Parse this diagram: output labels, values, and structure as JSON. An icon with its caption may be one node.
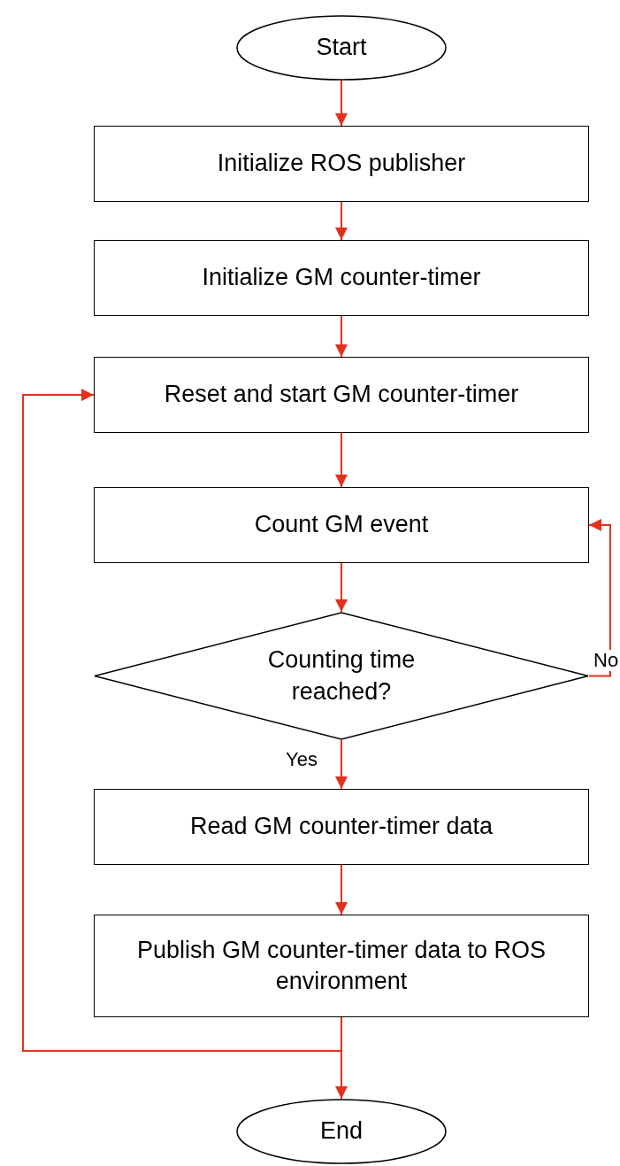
{
  "diagram": {
    "nodes": [
      {
        "text": [
          "Start"
        ]
      },
      {
        "text": [
          "Initialize ROS publisher"
        ]
      },
      {
        "text": [
          "Initialize GM counter-timer"
        ]
      },
      {
        "text": [
          "Reset and start GM counter-timer"
        ]
      },
      {
        "text": [
          "Count GM event"
        ]
      },
      {
        "text": [
          "Counting time reached?"
        ]
      },
      {
        "text": [
          "Read GM counter-timer data"
        ]
      },
      {
        "text": [
          "Publish GM counter-timer data to ROS environment"
        ]
      },
      {
        "text": [
          "End"
        ]
      }
    ],
    "edges": [
      {
        "from": 0,
        "to": 1,
        "arrow": "to"
      },
      {
        "from": 1,
        "to": 2,
        "arrow": "to"
      },
      {
        "from": 2,
        "to": 3,
        "arrow": "to"
      },
      {
        "from": 3,
        "to": 4,
        "arrow": "to"
      },
      {
        "from": 4,
        "to": 5,
        "arrow": "to"
      },
      {
        "from": 5,
        "to": 6,
        "arrow": "to",
        "label": "Yes"
      },
      {
        "from": 5,
        "to": 4,
        "arrow": "to",
        "label": "No"
      },
      {
        "from": 6,
        "to": 7,
        "arrow": "to"
      },
      {
        "from": 7,
        "to": 8,
        "arrow": "to"
      },
      {
        "from": 7,
        "to": 3,
        "arrow": "to"
      }
    ]
  }
}
